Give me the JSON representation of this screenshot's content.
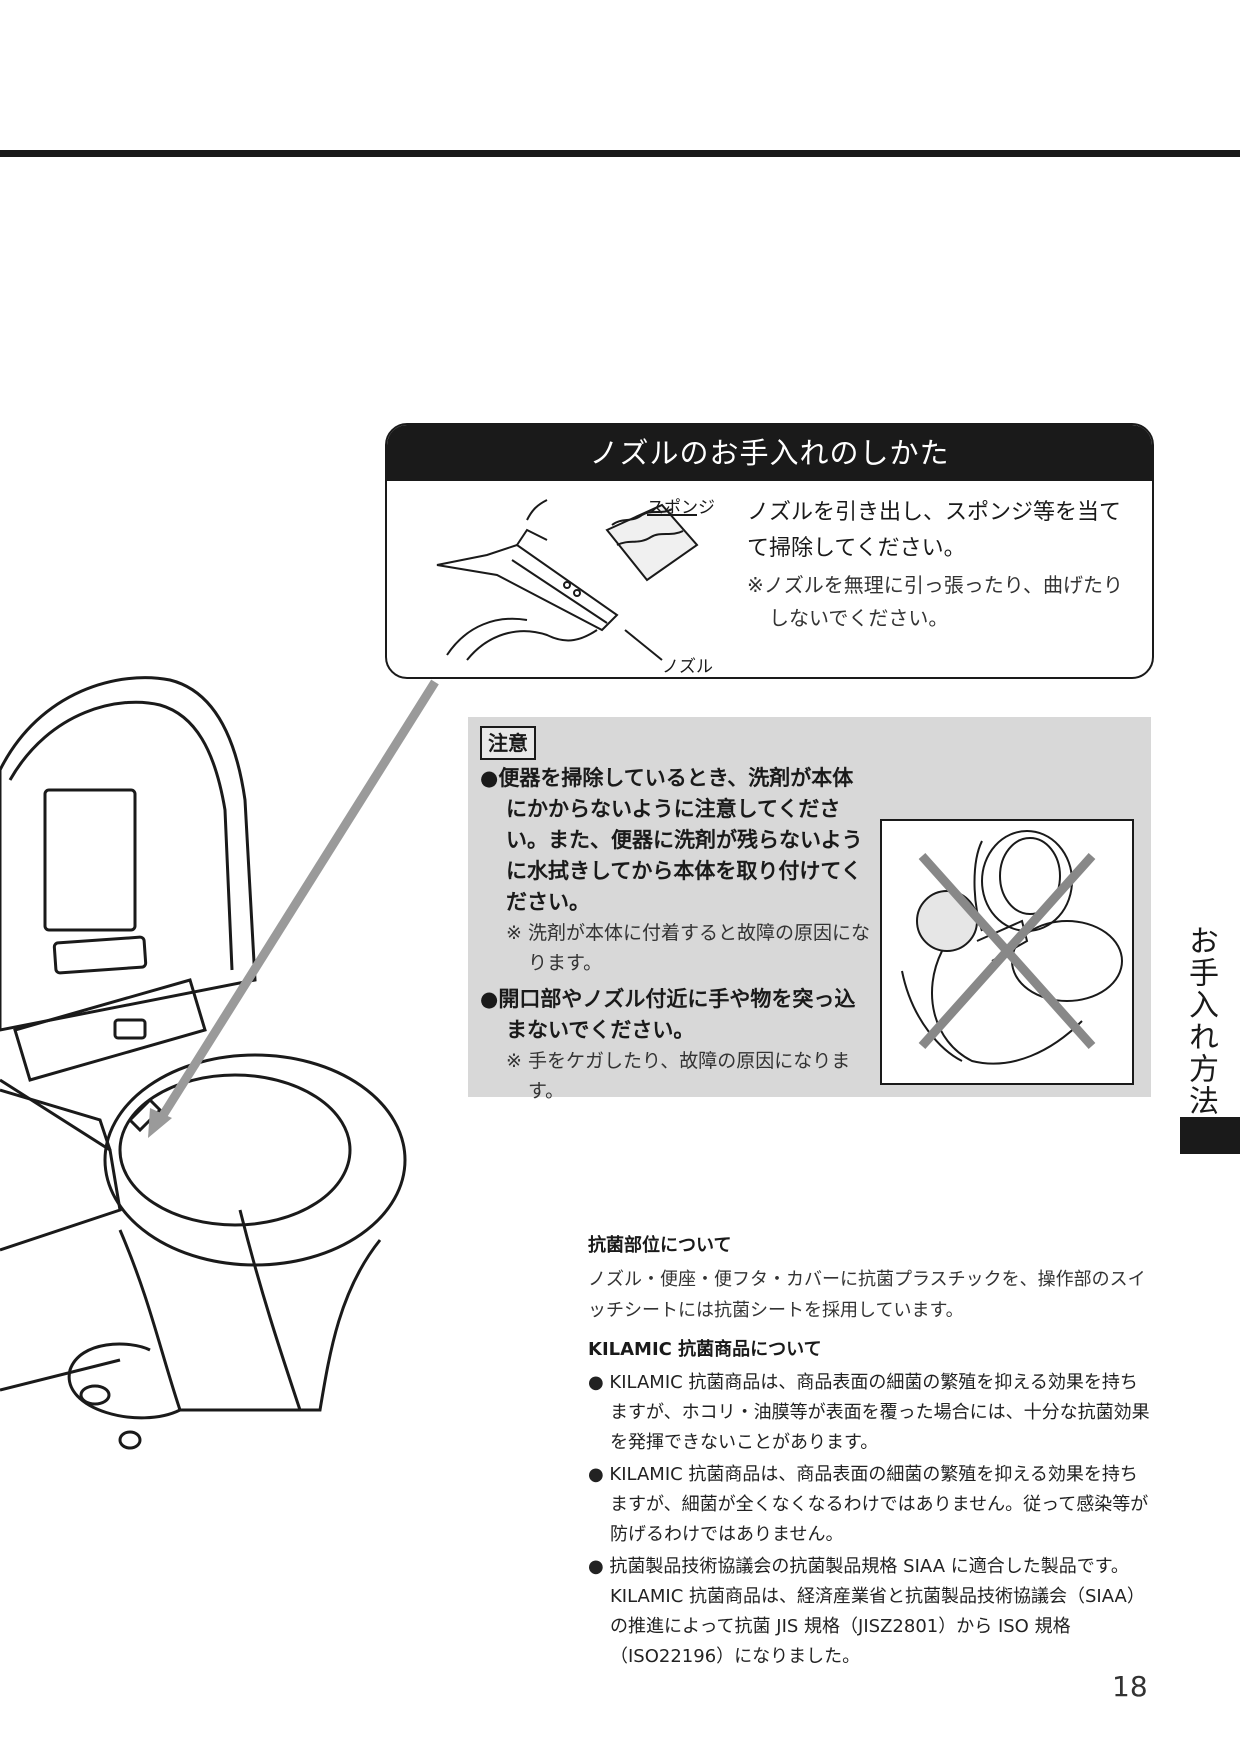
{
  "nozzle_care": {
    "title": "ノズルのお手入れのしかた",
    "label_sponge": "スポンジ",
    "label_nozzle": "ノズル",
    "instruction": "ノズルを引き出し、スポンジ等を当てて掃除してください。",
    "note": "※ノズルを無理に引っ張ったり、曲げたりしないでください。"
  },
  "caution": {
    "tag": "注意",
    "items": [
      {
        "main": "●便器を掃除しているとき、洗剤が本体にかからないように注意してください。また、便器に洗剤が残らないように水拭きしてから本体を取り付けてください。",
        "note": "※ 洗剤が本体に付着すると故障の原因になります。"
      },
      {
        "main": "●開口部やノズル付近に手や物を突っ込まないでください。",
        "note": "※ 手をケガしたり、故障の原因になります。"
      }
    ]
  },
  "side_tab": {
    "label": "お手入れ方法"
  },
  "antibacterial": {
    "heading1": "抗菌部位について",
    "body1": "ノズル・便座・便フタ・カバーに抗菌プラスチックを、操作部のスイッチシートには抗菌シートを採用しています。",
    "heading2": "KILAMIC 抗菌商品について",
    "items": [
      "● KILAMIC 抗菌商品は、商品表面の細菌の繁殖を抑える効果を持ちますが、ホコリ・油膜等が表面を覆った場合には、十分な抗菌効果を発揮できないことがあります。",
      "● KILAMIC 抗菌商品は、商品表面の細菌の繁殖を抑える効果を持ちますが、細菌が全くなくなるわけではありません。従って感染等が防げるわけではありません。",
      "● 抗菌製品技術協議会の抗菌製品規格 SIAA に適合した製品です。KILAMIC 抗菌商品は、経済産業省と抗菌製品技術協議会（SIAA）の推進によって抗菌 JIS 規格（JISZ2801）から ISO 規格（ISO22196）になりました。"
    ]
  },
  "page_number": "18",
  "colors": {
    "ink": "#1a1a1a",
    "panel_gray": "#d8d8d8",
    "pointer_gray": "#9a9a9a"
  }
}
